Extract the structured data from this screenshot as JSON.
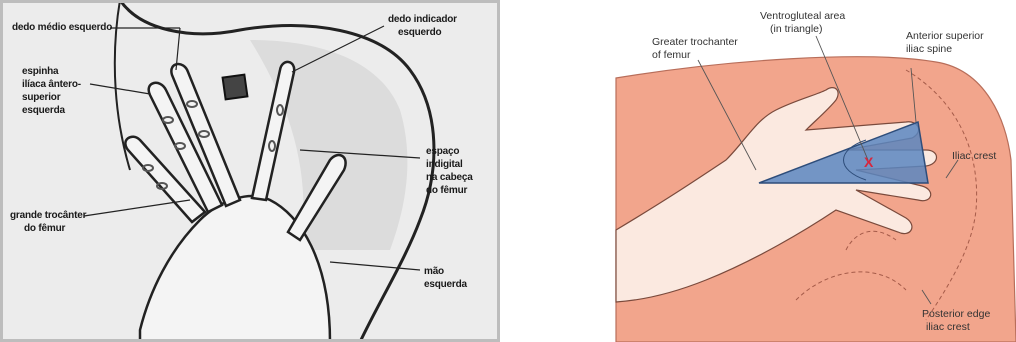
{
  "left_diagram": {
    "labels": {
      "dedo_medio": "dedo médio esquerdo",
      "dedo_indicador_l1": "dedo indicador",
      "dedo_indicador_l2": "esquerdo",
      "espinha_l1": "espinha",
      "espinha_l2": "ilíaca ântero-",
      "espinha_l3": "superior",
      "espinha_l4": "esquerda",
      "espaco_l1": "espaço",
      "espaco_l2": "indigital",
      "espaco_l3": "na cabeça",
      "espaco_l4": "do fêmur",
      "trocanter_l1": "grande trocânter",
      "trocanter_l2": "do fêmur",
      "mao_l1": "mão",
      "mao_l2": "esquerda"
    }
  },
  "right_diagram": {
    "labels": {
      "ventrogluteal_l1": "Ventrogluteal area",
      "ventrogluteal_l2": "(in triangle)",
      "trochanter_l1": "Greater trochanter",
      "trochanter_l2": "of femur",
      "asis_l1": "Anterior superior",
      "asis_l2": "iliac spine",
      "iliac_crest": "Iliac crest",
      "posterior_l1": "Posterior edge",
      "posterior_l2": "iliac crest",
      "injection_mark": "X"
    },
    "colors": {
      "skin": "#f2a58c",
      "skin_dark": "#e8927a",
      "hand": "#fbe9e0",
      "triangle": "#5b86bf",
      "mark": "#d7263d"
    }
  }
}
